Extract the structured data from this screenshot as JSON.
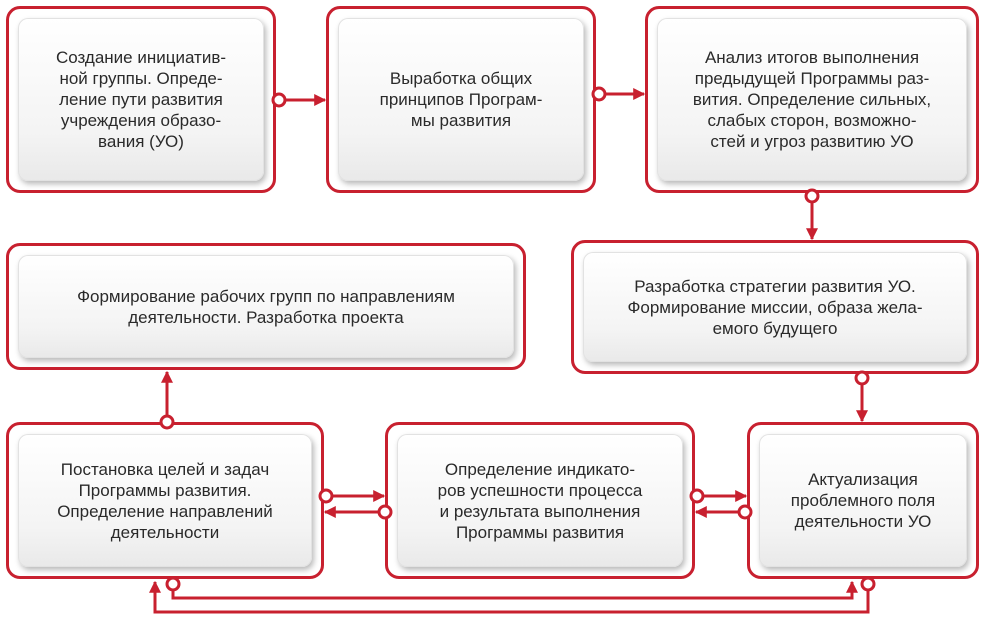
{
  "colors": {
    "accent": "#c8202f",
    "text": "#2a2a2a"
  },
  "boxes": {
    "b1": "Создание инициатив-\nной группы. Опреде-\nление пути развития\nучреждения образо-\nвания (УО)",
    "b2": "Выработка общих\nпринципов Програм-\nмы развития",
    "b3": "Анализ итогов выполнения\nпредыдущей Программы раз-\nвития. Определение сильных,\nслабых сторон, возможно-\nстей и угроз развитию УО",
    "b4": "Разработка стратегии развития УО.\nФормирование миссии, образа жела-\nемого будущего",
    "b5": "Формирование рабочих групп по направлениям\nдеятельности. Разработка проекта",
    "b6": "Постановка целей и задач\nПрограммы развития.\nОпределение направлений\nдеятельности",
    "b7": "Определение индикато-\nров успешности процесса\nи результата выполнения\nПрограммы развития",
    "b8": "Актуализация\nпроблемного поля\nдеятельности УО"
  }
}
